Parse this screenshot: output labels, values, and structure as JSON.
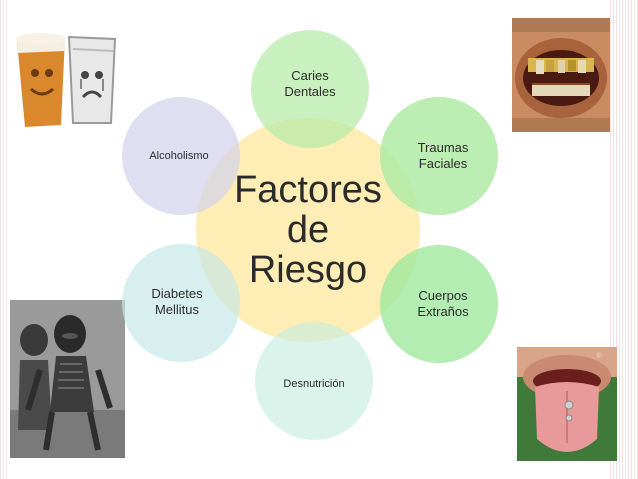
{
  "diagram": {
    "center_label": "Factores\nde\nRiesgo",
    "factors": {
      "caries": "Caries\nDentales",
      "traumas": "Traumas\nFaciales",
      "cuerpos": "Cuerpos\nExtraños",
      "desnutricion": "Desnutrición",
      "diabetes": "Diabetes\nMellitus",
      "alcoholismo": "Alcoholismo"
    }
  },
  "colors": {
    "center": "#fde288",
    "caries": "#b4eca8",
    "traumas": "#b0eaa4",
    "cuerpos": "#a0e89e",
    "desnutricion": "#c4eee0",
    "diabetes": "#c6e8e8",
    "alcoholismo": "#d2d2eb"
  },
  "images": {
    "top_left": "beer-glasses-faces-photo",
    "top_right": "damaged-teeth-photo",
    "bottom_left": "malnourished-child-photo",
    "bottom_right": "tongue-piercing-photo"
  }
}
